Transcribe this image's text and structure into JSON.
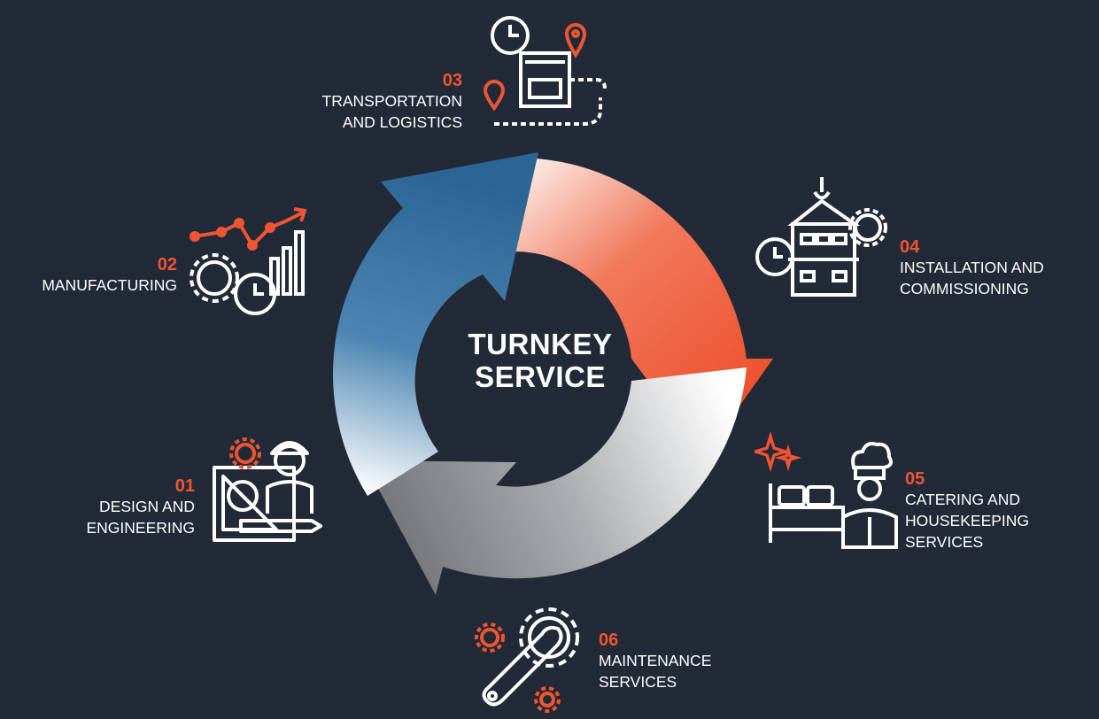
{
  "center": {
    "line1": "TURNKEY",
    "line2": "SERVICE"
  },
  "steps": [
    {
      "number": "01",
      "lines": [
        "DESIGN AND",
        "ENGINEERING"
      ],
      "icon": "designer-engineer-icon"
    },
    {
      "number": "02",
      "lines": [
        "MANUFACTURING"
      ],
      "icon": "gears-clock-growth-chart-icon"
    },
    {
      "number": "03",
      "lines": [
        "TRANSPORTATION",
        "AND LOGISTICS"
      ],
      "icon": "truck-route-icon"
    },
    {
      "number": "04",
      "lines": [
        "INSTALLATION AND",
        "COMMISSIONING"
      ],
      "icon": "crane-building-icon"
    },
    {
      "number": "05",
      "lines": [
        "CATERING AND",
        "HOUSEKEEPING",
        "SERVICES"
      ],
      "icon": "bed-chef-icon"
    },
    {
      "number": "06",
      "lines": [
        "MAINTENANCE",
        "SERVICES"
      ],
      "icon": "wrench-gear-icon"
    }
  ],
  "colors": {
    "background": "#232a37",
    "accent": "#ef5533",
    "blue": "#2f6f9f",
    "grey": "#7f8185",
    "text": "#ffffff"
  }
}
